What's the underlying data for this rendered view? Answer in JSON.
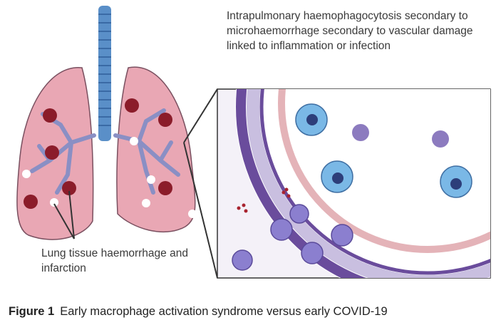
{
  "annotations": {
    "top": "Intrapulmonary haemophagocytosis secondary to microhaemorrhage secondary to vascular damage linked to inflammation or infection",
    "bottom": "Lung tissue haemorrhage and infarction"
  },
  "caption": {
    "label": "Figure 1",
    "text": "Early macrophage activation syndrome versus early COVID-19"
  },
  "colors": {
    "lung": "#e9a7b4",
    "airway": "#8a8fc4",
    "trachea": "#5a8fc8",
    "vessel_wall": "#6a4c9c",
    "macrophage": "#7ab8e6",
    "haemorrhage": "#8b1c2a"
  }
}
